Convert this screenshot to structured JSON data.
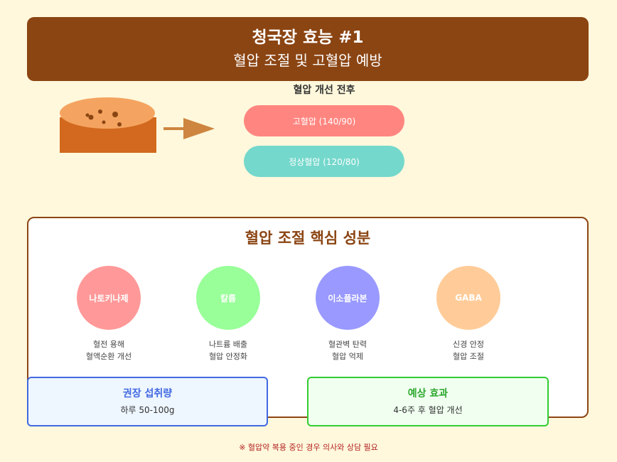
{
  "header": {
    "title": "청국장 효능 #1",
    "subtitle": "혈압 조절 및 고혈압 예방"
  },
  "blood_pressure": {
    "caption": "혈압 개선 전후",
    "before_label": "고혈압 (140/90)",
    "after_label": "정상혈압 (120/80)"
  },
  "panel": {
    "title": "혈압 조절 핵심 성분",
    "components": [
      {
        "name": "나토키나제",
        "color": "#ff9999",
        "desc1": "혈전 용해",
        "desc2": "혈액순환 개선"
      },
      {
        "name": "칼륨",
        "color": "#99ff99",
        "desc1": "나트륨 배출",
        "desc2": "혈압 안정화"
      },
      {
        "name": "이소플라본",
        "color": "#9999ff",
        "desc1": "혈관벽 탄력",
        "desc2": "혈압 억제"
      },
      {
        "name": "GABA",
        "color": "#ffcc99",
        "desc1": "신경 안정",
        "desc2": "혈압 조절"
      }
    ]
  },
  "intake": {
    "title": "권장 섭취량",
    "text": "하루 50-100g"
  },
  "effect": {
    "title": "예상 효과",
    "text": "4-6주 후 혈압 개선"
  },
  "warning": "※ 혈압약 복용 중인 경우 의사와 상담 필요",
  "colors": {
    "brand_brown": "#8b4513",
    "background": "#fff8dc",
    "high_bp": "#ff8680",
    "normal_bp": "#74d8cc",
    "intake_accent": "#4169e1",
    "effect_accent": "#32cd32",
    "warning": "#b22222"
  }
}
